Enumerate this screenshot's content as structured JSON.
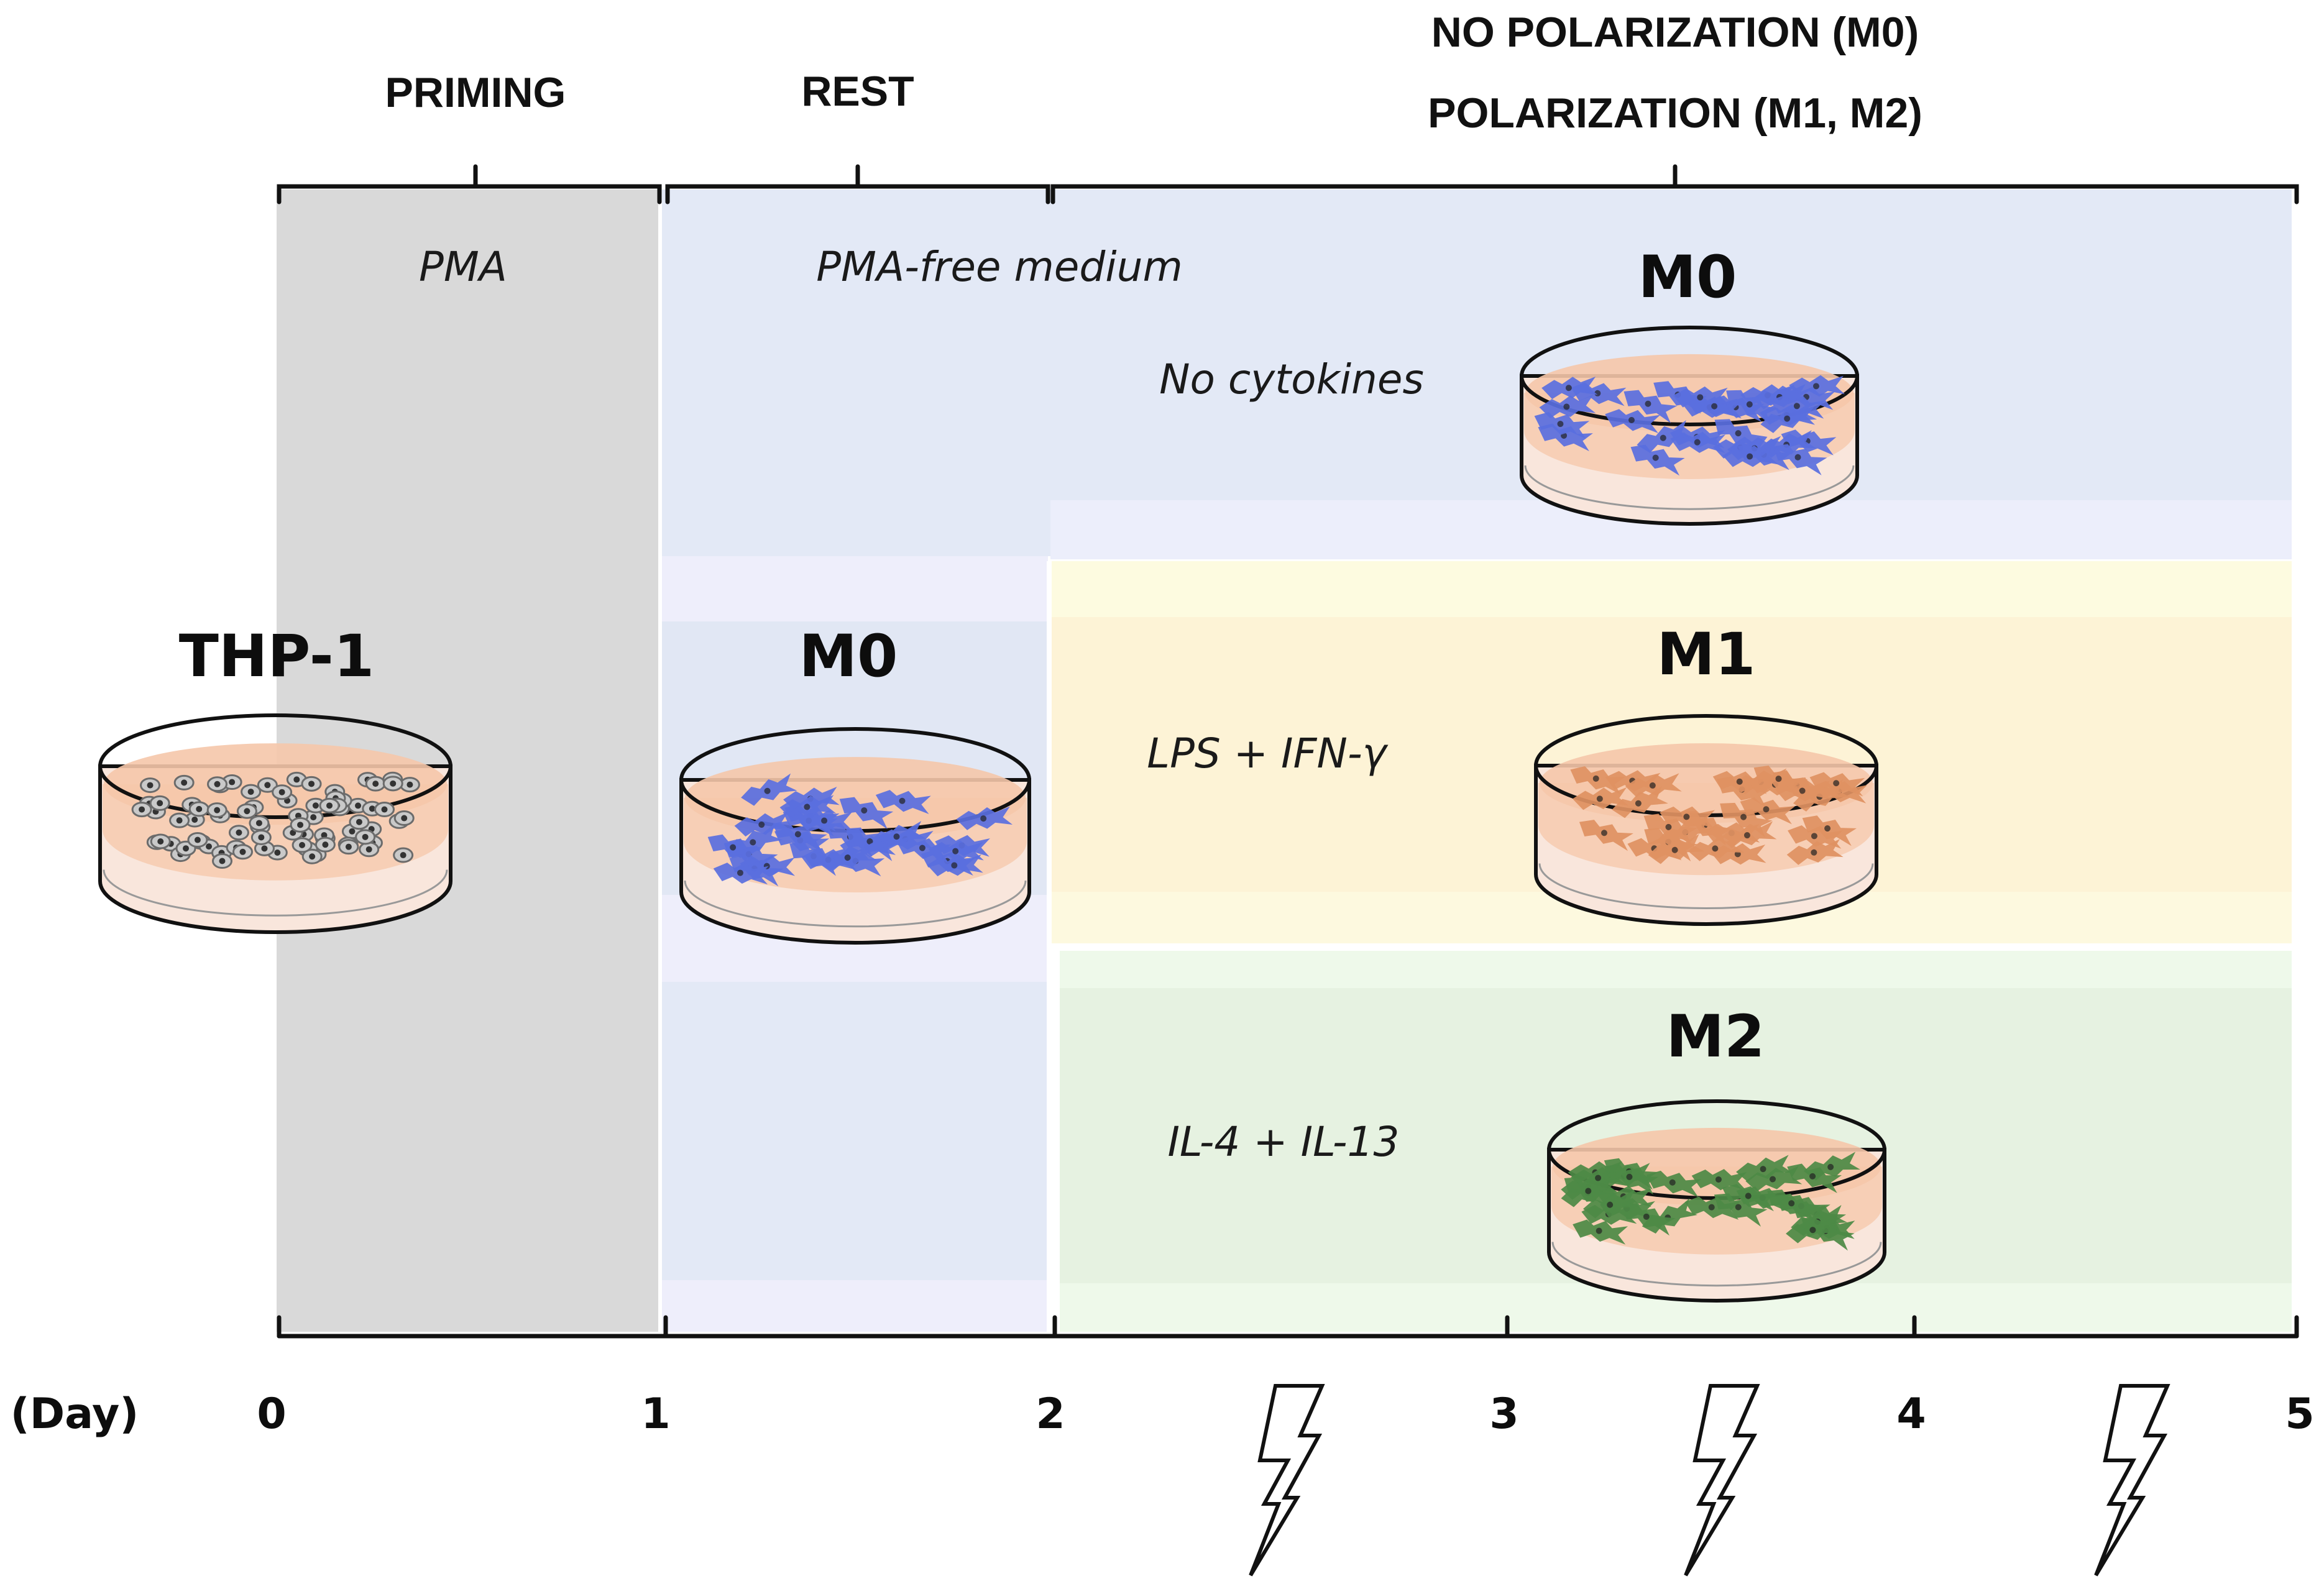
{
  "phases": {
    "priming": "PRIMING",
    "rest": "REST",
    "polarization_line1": "NO POLARIZATION (M0)",
    "polarization_line2": "POLARIZATION (M1, M2)"
  },
  "conditions": {
    "pma": "PMA",
    "pma_free": "PMA-free medium",
    "no_cytokines": "No cytokines",
    "m1_stimulus": "LPS + IFN-γ",
    "m2_stimulus": "IL-4 + IL-13"
  },
  "dishes": {
    "thp1": "THP-1",
    "m0_rest": "M0",
    "m0_final": "M0",
    "m1": "M1",
    "m2": "M2"
  },
  "axis": {
    "unit_label": "(Day)",
    "ticks": [
      "0",
      "1",
      "2",
      "3",
      "4",
      "5"
    ]
  },
  "stimulation_icon": "lightning-bolt-icon",
  "colors": {
    "priming_bg": "#d9d9d9",
    "rest_bg": "#eeeefb",
    "m0_band": "#e3e9f6",
    "m1_bg": "#fdf3d6",
    "m2_bg": "#e6f2e1",
    "medium": "#f5c7aa",
    "m0_cells": "#5a6fe0",
    "m1_cells": "#e09262",
    "m2_cells": "#4d8a46",
    "thp1_cells": "#6b6b6b"
  }
}
